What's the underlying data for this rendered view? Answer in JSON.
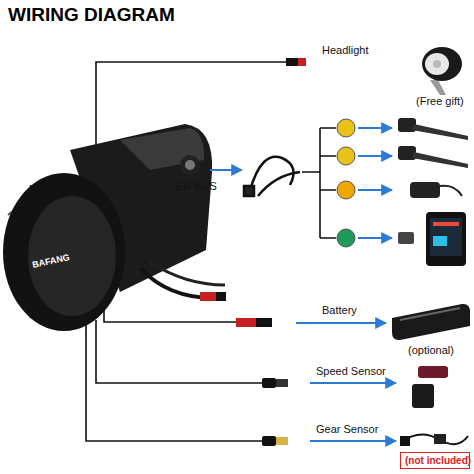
{
  "diagram": {
    "title": "WIRING DIAGRAM",
    "nodes": [
      {
        "text": [
          "BAFANG"
        ]
      },
      {
        "text": [
          "(not included)"
        ]
      }
    ],
    "labels": [
      "Headlight",
      "(Free gift)",
      "EB-BUS",
      "Battery",
      "(optional)",
      "Speed Sensor",
      "Gear Sensor"
    ]
  }
}
